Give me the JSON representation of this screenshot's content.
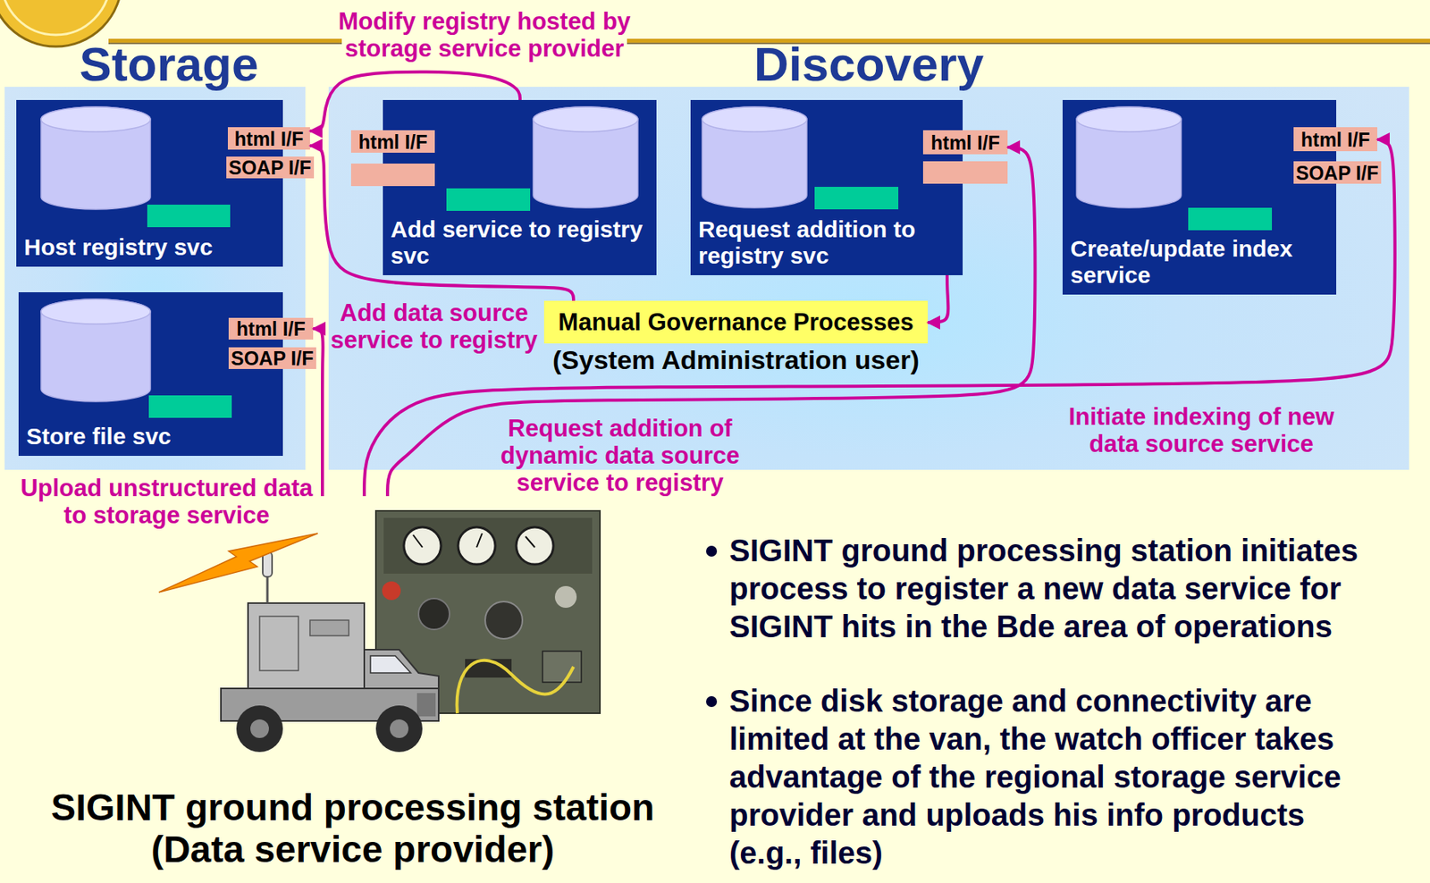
{
  "diagram": {
    "nodes": [
      {
        "text": [
          "Storage"
        ]
      },
      {
        "text": [
          "Host registry svc"
        ],
        "in": 0
      },
      {
        "text": [
          "html I/F"
        ],
        "in": 1
      },
      {
        "text": [
          "SOAP I/F"
        ],
        "in": 1
      },
      {
        "text": [
          "Store file svc"
        ],
        "in": 0
      },
      {
        "text": [
          "html I/F"
        ],
        "in": 4
      },
      {
        "text": [
          "SOAP I/F"
        ],
        "in": 4
      },
      {
        "text": [
          "Discovery"
        ]
      },
      {
        "text": [
          "Add service to registry svc"
        ],
        "in": 7
      },
      {
        "text": [
          "html I/F"
        ],
        "in": 8
      },
      {
        "text": [
          "Request addition to registry svc"
        ],
        "in": 7
      },
      {
        "text": [
          "html I/F"
        ],
        "in": 10
      },
      {
        "text": [
          "Create/update index service"
        ],
        "in": 7
      },
      {
        "text": [
          "html I/F"
        ],
        "in": 12
      },
      {
        "text": [
          "SOAP I/F"
        ],
        "in": 12
      },
      {
        "text": [
          "Manual Governance Processes",
          "(System Administration user)"
        ],
        "in": 7
      },
      {
        "text": [
          "SIGINT ground processing station (Data service provider)"
        ]
      }
    ],
    "edges": [
      {
        "from": 8,
        "to": 2,
        "label": "Modify registry hosted by storage service provider",
        "arrow": "to"
      },
      {
        "from": 15,
        "to": 2,
        "label": "Add data source service to registry",
        "arrow": "to"
      },
      {
        "from": 10,
        "to": 15,
        "arrow": "to"
      },
      {
        "from": 16,
        "to": 5,
        "label": "Upload unstructured data to storage service",
        "arrow": "to"
      },
      {
        "from": 16,
        "to": 11,
        "label": "Request addition of dynamic data source service to registry",
        "arrow": "to"
      },
      {
        "from": 16,
        "to": 13,
        "label": "Initiate indexing of new data source service",
        "arrow": "to"
      }
    ],
    "labels": [
      "SIGINT ground processing station initiates process to register a new data service for SIGINT hits in the Bde area of operations",
      "Since disk storage and connectivity are limited at the van, the watch officer takes advantage of the regional storage service provider and uploads his info products (e.g., files)"
    ]
  }
}
